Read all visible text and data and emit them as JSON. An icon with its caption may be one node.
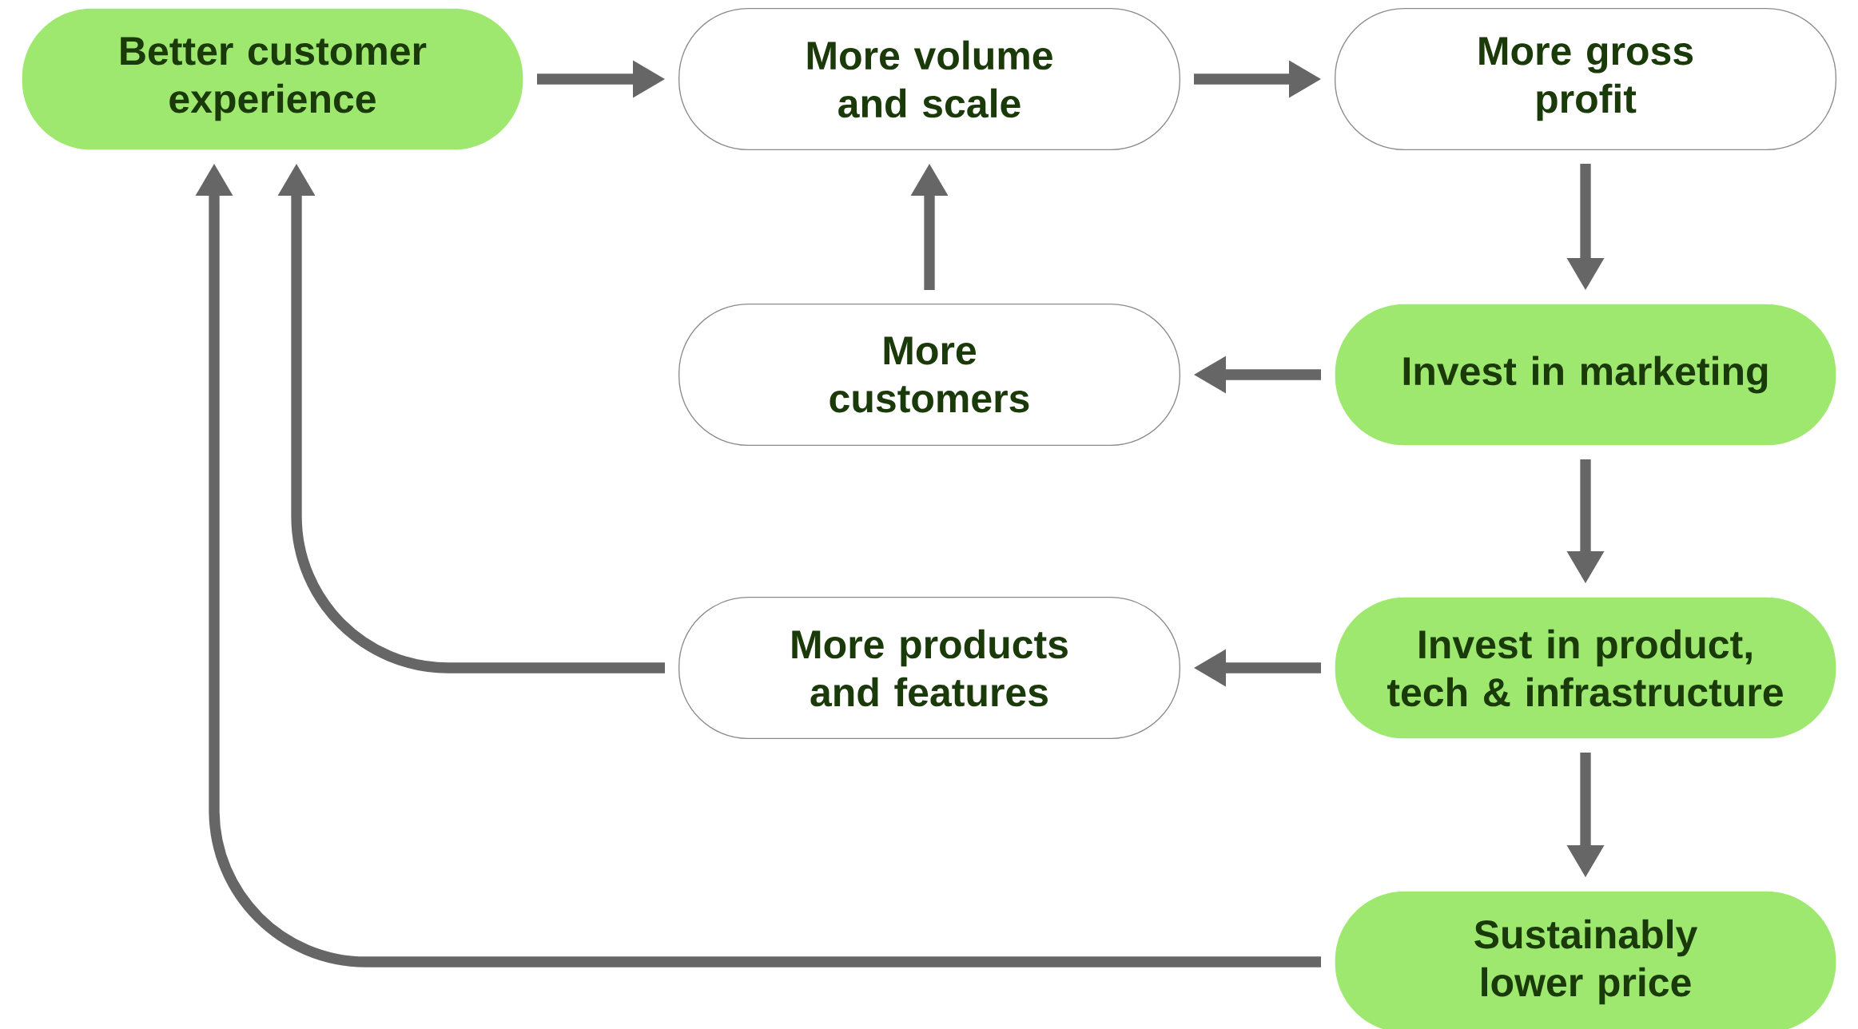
{
  "diagram": {
    "nodes": [
      {
        "text": [
          "Better customer experience"
        ]
      },
      {
        "text": [
          "More volume and scale"
        ]
      },
      {
        "text": [
          "More gross profit"
        ]
      },
      {
        "text": [
          "More customers"
        ]
      },
      {
        "text": [
          "Invest in marketing"
        ]
      },
      {
        "text": [
          "More products and features"
        ]
      },
      {
        "text": [
          "Invest in product, tech & infrastructure"
        ]
      },
      {
        "text": [
          "Sustainably lower price"
        ]
      }
    ],
    "edges": [
      {
        "from": 0,
        "to": 1,
        "arrow": "to"
      },
      {
        "from": 1,
        "to": 2,
        "arrow": "to"
      },
      {
        "from": 2,
        "to": 4,
        "arrow": "to"
      },
      {
        "from": 4,
        "to": 3,
        "arrow": "to"
      },
      {
        "from": 3,
        "to": 1,
        "arrow": "to"
      },
      {
        "from": 4,
        "to": 6,
        "arrow": "to"
      },
      {
        "from": 6,
        "to": 5,
        "arrow": "to"
      },
      {
        "from": 6,
        "to": 7,
        "arrow": "to"
      },
      {
        "from": 5,
        "to": 0,
        "arrow": "to"
      },
      {
        "from": 7,
        "to": 0,
        "arrow": "to"
      }
    ]
  }
}
